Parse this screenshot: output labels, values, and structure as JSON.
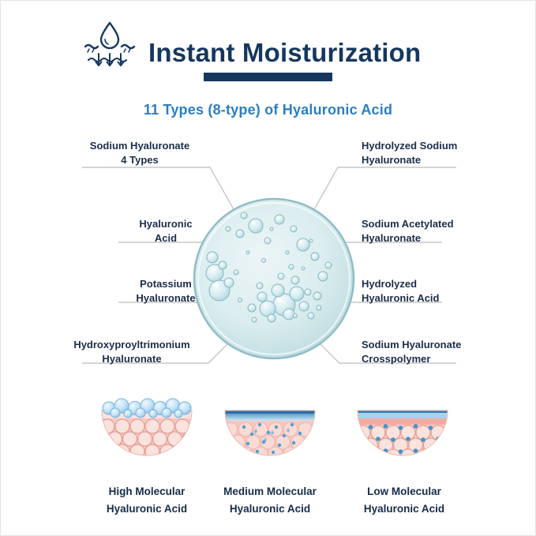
{
  "header": {
    "title": "Instant Moisturization",
    "subtitle": "11 Types (8-type) of Hyaluronic Acid"
  },
  "hyaluronic_types": {
    "left": [
      {
        "line1": "Sodium Hyaluronate",
        "line2": "4 Types"
      },
      {
        "line1": "Hyaluronic",
        "line2": "Acid"
      },
      {
        "line1": "Potassium",
        "line2": "Hyaluronate"
      },
      {
        "line1": "Hydroxyproyltrimonium",
        "line2": "Hyaluronate"
      }
    ],
    "right": [
      {
        "line1": "Hydrolyzed Sodium",
        "line2": "Hyaluronate"
      },
      {
        "line1": "Sodium Acetylated",
        "line2": "Hyaluronate"
      },
      {
        "line1": "Hydrolyzed",
        "line2": "Hyaluronic Acid"
      },
      {
        "line1": "Sodium Hyaluronate",
        "line2": "Crosspolymer"
      }
    ]
  },
  "molecular_sizes": [
    {
      "line1": "High Molecular",
      "line2": "Hyaluronic Acid"
    },
    {
      "line1": "Medium Molecular",
      "line2": "Hyaluronic Acid"
    },
    {
      "line1": "Low Molecular",
      "line2": "Hyaluronic Acid"
    }
  ],
  "icons": {
    "header_icon": "moisture-drop-absorption-icon",
    "center_image": "petri-dish-with-bubbles"
  },
  "colors": {
    "title_navy": "#15375f",
    "subtitle_blue": "#2a7ec2",
    "label_navy": "#1b2d4a",
    "connector_gray": "#c6c6c6",
    "dish_teal": "#cde7ec",
    "skin_pink": "#f6c9c1",
    "bubble_blue": "#bfe2f6"
  }
}
